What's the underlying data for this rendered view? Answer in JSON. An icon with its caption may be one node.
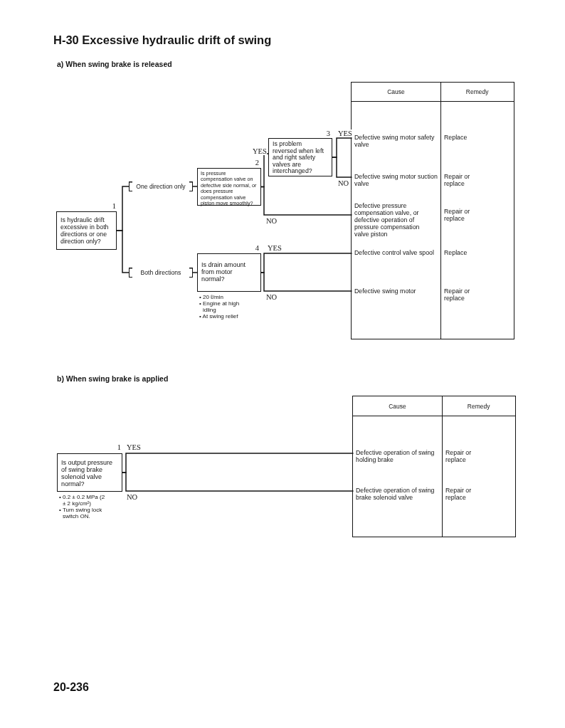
{
  "diagram": {
    "title": "H-30 Excessive hydraulic drift of swing",
    "nodes": [
      {
        "text": [
          "Is hydraulic drift excessive in both directions or one direction only?"
        ],
        "beside": [
          "1"
        ]
      },
      {
        "text": [
          "Is pressure compensation valve on defective side normal, or does pressure compensation valve piston move smoothly?"
        ],
        "beside": [
          "2"
        ]
      },
      {
        "text": [
          "Is problem reversed when left and right safety valves are interchanged?"
        ],
        "beside": [
          "3"
        ]
      },
      {
        "text": [
          "Is drain amount from motor normal?"
        ],
        "beside": [
          "4",
          "• 20 ℓ/min",
          "• Engine at high idling",
          "• At swing relief"
        ]
      },
      {
        "text": [
          "Cause",
          "Remedy"
        ]
      },
      {
        "text": [
          "Defective swing motor safety valve"
        ],
        "in": 4
      },
      {
        "text": [
          "Defective swing motor suction valve"
        ],
        "in": 4
      },
      {
        "text": [
          "Defective pressure compensation valve, or defective operation of pressure compensation valve piston"
        ],
        "in": 4
      },
      {
        "text": [
          "Defective control valve spool"
        ],
        "in": 4
      },
      {
        "text": [
          "Defective swing motor"
        ],
        "in": 4
      },
      {
        "text": [
          "Is output pressure of swing brake solenoid valve normal?"
        ],
        "beside": [
          "1",
          "• 0.2 ± 0.2 MPa (2 ± 2 kg/cm²)",
          "• Turn swing lock switch ON."
        ]
      },
      {
        "text": [
          "Cause",
          "Remedy"
        ]
      },
      {
        "text": [
          "Defective operation of swing holding brake"
        ],
        "in": 11
      },
      {
        "text": [
          "Defective operation of swing brake solenoid valve"
        ],
        "in": 11
      }
    ],
    "edges": [
      {
        "from": 0,
        "to": 1,
        "arrow": "none",
        "label": "One direction only"
      },
      {
        "from": 0,
        "to": 3,
        "arrow": "none",
        "label": "Both directions"
      },
      {
        "from": 1,
        "to": 2,
        "arrow": "none",
        "label": "YES"
      },
      {
        "from": 1,
        "to": 7,
        "arrow": "none",
        "label": "NO"
      },
      {
        "from": 2,
        "to": 5,
        "arrow": "none",
        "label": "YES"
      },
      {
        "from": 2,
        "to": 6,
        "arrow": "none",
        "label": "NO"
      },
      {
        "from": 3,
        "to": 8,
        "arrow": "none",
        "label": "YES"
      },
      {
        "from": 3,
        "to": 9,
        "arrow": "none",
        "label": "NO"
      },
      {
        "from": 10,
        "to": 12,
        "arrow": "none",
        "label": "YES"
      },
      {
        "from": 10,
        "to": 13,
        "arrow": "none",
        "label": "NO"
      }
    ],
    "labels": [
      "a) When swing brake is released",
      "Replace",
      "Repair or replace",
      "Repair or replace",
      "Replace",
      "Repair or replace",
      "b) When swing brake is applied",
      "Repair or replace",
      "Repair or replace",
      "20-236"
    ]
  }
}
